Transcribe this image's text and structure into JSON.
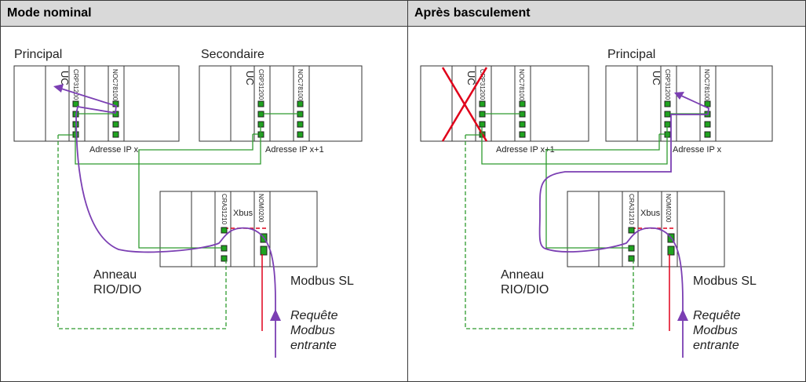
{
  "left": {
    "header": "Mode nominal",
    "principal_label": "Principal",
    "secondaire_label": "Secondaire",
    "uc_label": "UC",
    "crp_module": "CRP31200",
    "noc_module": "NOC78100",
    "ip_principal": "Adresse IP x",
    "ip_secondaire": "Adresse IP x+1",
    "cra_module": "CRA31210",
    "nom_module": "NOM0200",
    "xbus_label": "Xbus",
    "ring_label_1": "Anneau",
    "ring_label_2": "RIO/DIO",
    "modbus_label": "Modbus SL",
    "request_1": "Requête",
    "request_2": "Modbus",
    "request_3": "entrante"
  },
  "right": {
    "header": "Après basculement",
    "principal_label": "Principal",
    "uc_label": "UC",
    "crp_module": "CRP31200",
    "noc_module": "NOC78100",
    "ip_failed": "Adresse IP x+1",
    "ip_principal": "Adresse IP x",
    "cra_module": "CRA31210",
    "nom_module": "NOM0200",
    "xbus_label": "Xbus",
    "ring_label_1": "Anneau",
    "ring_label_2": "RIO/DIO",
    "modbus_label": "Modbus SL",
    "request_1": "Requête",
    "request_2": "Modbus",
    "request_3": "entrante"
  },
  "colors": {
    "ethernet": "#2e9b2e",
    "path": "#7b3fb3",
    "modbus": "#e0001a",
    "failed": "#e0001a",
    "port": "#1fa31f"
  }
}
